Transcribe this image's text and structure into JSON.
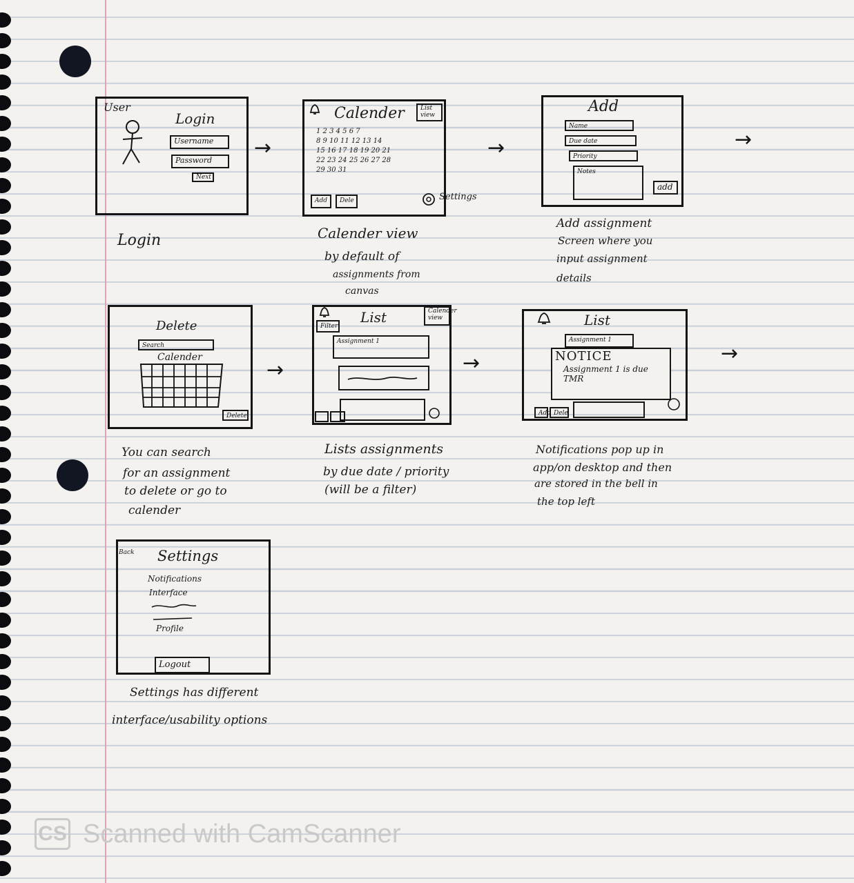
{
  "frames": {
    "login": {
      "corner_label": "User",
      "title": "Login",
      "username": "Username",
      "password": "Password",
      "next": "Next",
      "caption": "Login"
    },
    "calendar": {
      "title": "Calender",
      "list_view": "List view",
      "rows": [
        "1 2 3 4 5 6 7",
        "8 9 10 11 12 13 14",
        "15 16 17 18 19 20 21",
        "22 23 24 25 26 27 28",
        "29 30 31"
      ],
      "add": "Add",
      "del": "Dele",
      "settings": "Settings",
      "caption_lines": [
        "Calender view",
        "by default of",
        "assignments from",
        "canvas"
      ]
    },
    "add": {
      "title": "Add",
      "name": "Name",
      "due": "Due date",
      "priority": "Priority",
      "notes": "Notes",
      "add_btn": "add",
      "caption_lines": [
        "Add assignment",
        "Screen where you",
        "input assignment",
        "details"
      ]
    },
    "delete": {
      "title": "Delete",
      "search": "Search",
      "calendar": "Calender",
      "delete_btn": "Delete",
      "caption_lines": [
        "You can search",
        "for an assignment",
        "to delete or go to",
        "calender"
      ]
    },
    "list": {
      "filter": "Filter",
      "title": "List",
      "calendar_view": "Calender view",
      "item1": "Assignment 1",
      "caption_lines": [
        "Lists assignments",
        "by due date / priority",
        "(will be a filter)"
      ]
    },
    "notification": {
      "title": "List",
      "item1": "Assignment 1",
      "notice": "NOTICE",
      "notice_body": "Assignment 1 is due TMR",
      "add": "Add",
      "delete": "Dele",
      "caption_lines": [
        "Notifications pop up in",
        "app/on desktop and then",
        "are stored in the bell in",
        "the top left"
      ]
    },
    "settings": {
      "back": "Back",
      "title": "Settings",
      "notifications": "Notifications",
      "interface": "Interface",
      "profile": "Profile",
      "logout": "Logout",
      "caption_lines": [
        "Settings has different",
        "interface/usability options"
      ]
    }
  },
  "watermark": {
    "logo": "CS",
    "text": "Scanned with CamScanner"
  }
}
